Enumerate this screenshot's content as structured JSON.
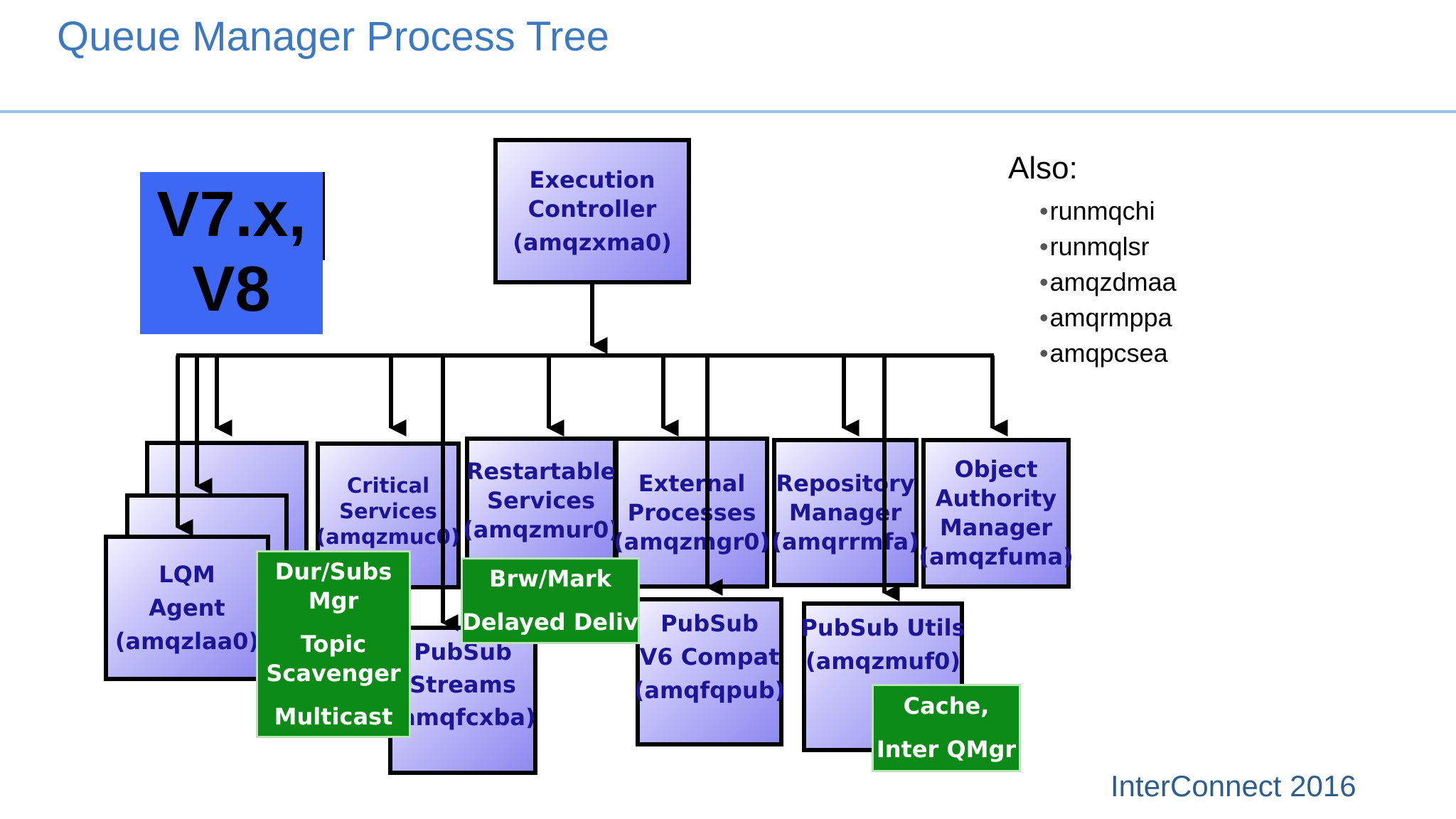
{
  "header": {
    "title": "Queue Manager Process Tree"
  },
  "version_badge": {
    "line1": "V7.x,",
    "line2": "V8"
  },
  "root": {
    "lines": [
      "Execution",
      "Controller",
      "(amqzxma0)"
    ]
  },
  "processes": {
    "critical": [
      "Critical",
      "Services",
      "(amqzmuc0)"
    ],
    "restartable": [
      "Restartable",
      "Services",
      "(amqzmur0)"
    ],
    "external": [
      "External",
      "Processes",
      "(amqzmgr0)"
    ],
    "repository": [
      "Repository",
      "Manager",
      "(amqrrmfa)"
    ],
    "oam": [
      "Object",
      "Authority",
      "Manager",
      "(amqzfuma)"
    ],
    "lqm": [
      "LQM",
      "Agent",
      "(amqzlaa0)"
    ],
    "pubsub_streams": [
      "PubSub",
      "Streams",
      "(amqfcxba)"
    ],
    "pubsub_v6": [
      "PubSub",
      "V6 Compat",
      "(amqfqpub)"
    ],
    "pubsub_utils": [
      "PubSub Utils",
      "(amqzmuf0)"
    ]
  },
  "threads": {
    "dursubs": [
      "Dur/Subs",
      "Mgr",
      "Topic",
      "Scavenger",
      "Multicast"
    ],
    "brwmark": [
      "Brw/Mark",
      "Delayed Deliv"
    ],
    "cache": [
      "Cache,",
      "Inter QMgr"
    ]
  },
  "also": {
    "heading": "Also:",
    "items": [
      "runmqchi",
      "runmqlsr",
      "amqzdmaa",
      "amqrmppa",
      "amqpcsea"
    ]
  },
  "footer": {
    "event": "InterConnect 2016"
  },
  "colors": {
    "title": "#3d79bf",
    "badge": "#3d68f5",
    "process_text": "#1e1596",
    "thread_bg": "#0b8a17"
  }
}
